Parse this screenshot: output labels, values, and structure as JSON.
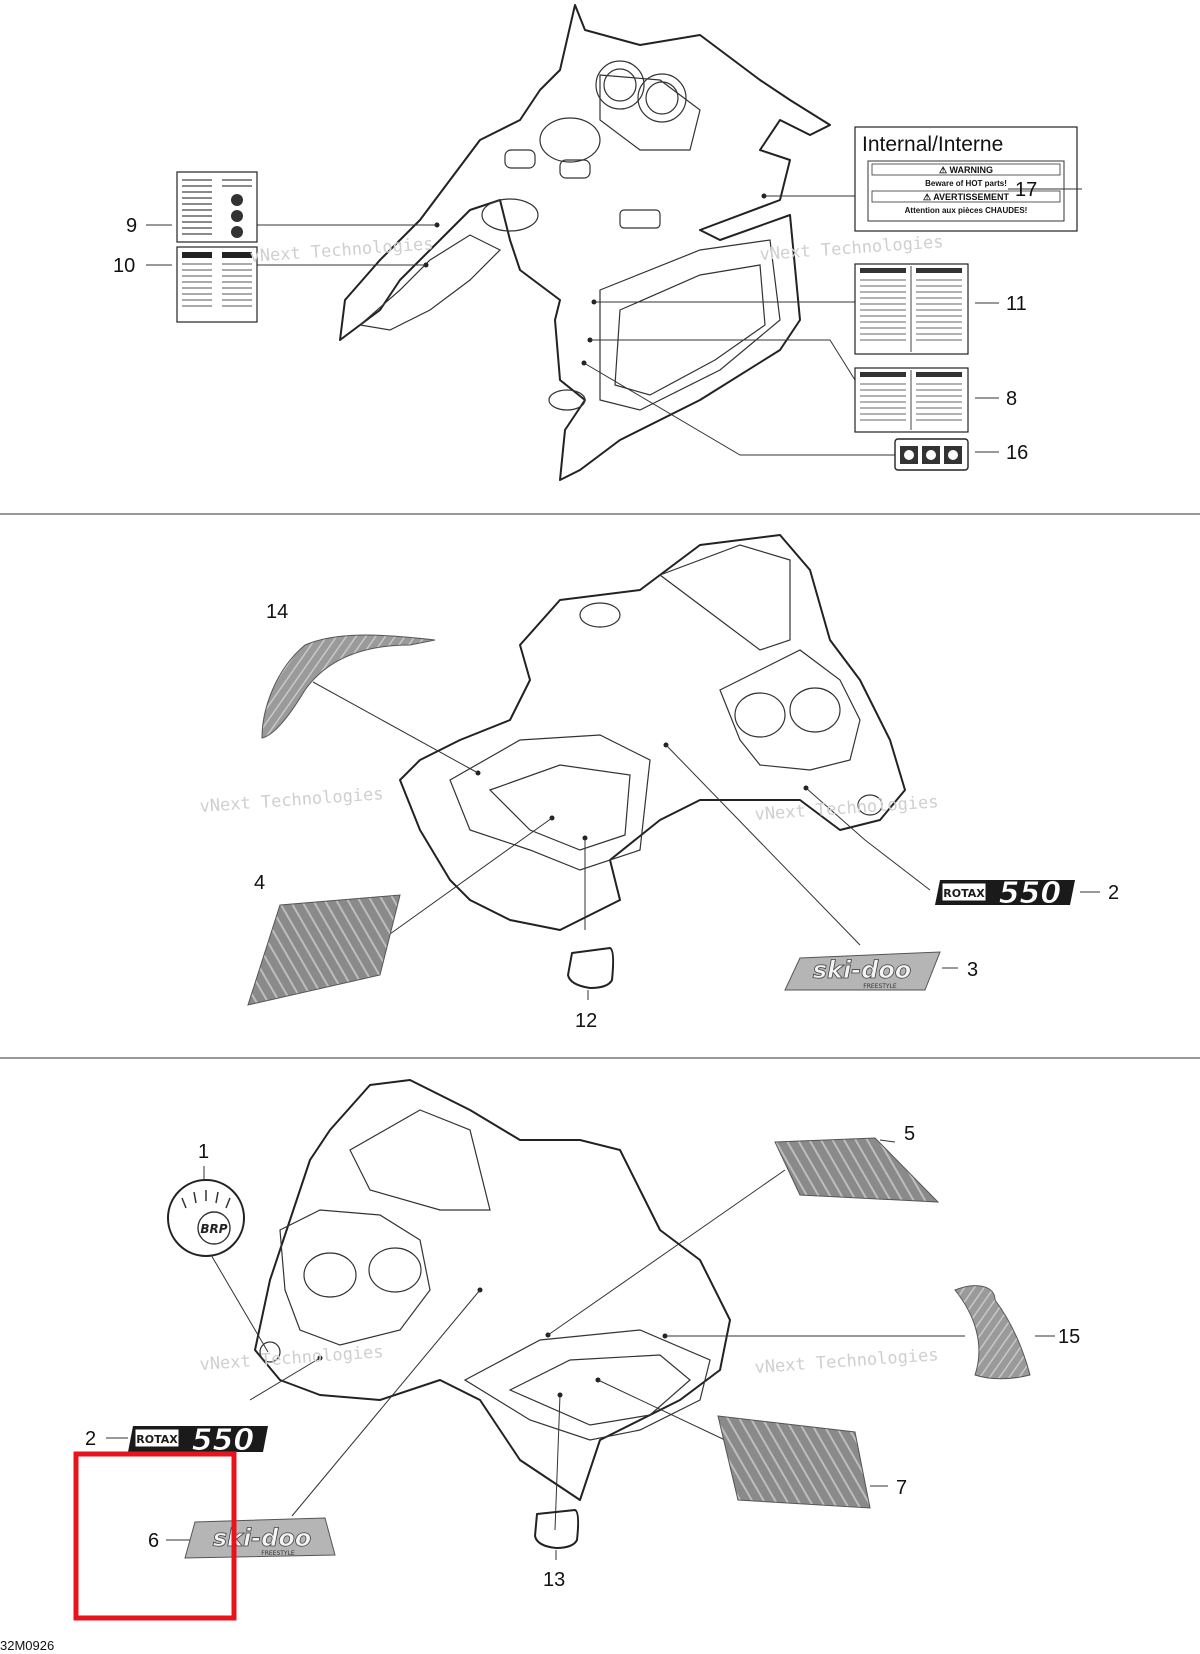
{
  "diagram": {
    "drawing_code": "32M0926",
    "watermark_line1": "vNext Technologies",
    "watermark_line2": "vNext",
    "watermark_line3": "Technologies",
    "label_17": {
      "header": "Internal/Interne",
      "warning_title": "⚠ WARNING",
      "warning_text": "Beware of HOT parts!",
      "avert_title": "⚠ AVERTISSEMENT",
      "avert_text": "Attention aux pièces CHAUDES!"
    },
    "rotax_text": "ROTAX",
    "rotax_number": "550",
    "skidoo_text": "ski-doo",
    "skidoo_sub": "FREESTYLE",
    "brp_text": "BRP",
    "callouts": {
      "c1": "1",
      "c2a": "2",
      "c2b": "2",
      "c3": "3",
      "c4": "4",
      "c5": "5",
      "c6": "6",
      "c7": "7",
      "c8": "8",
      "c9": "9",
      "c10": "10",
      "c11": "11",
      "c12": "12",
      "c13": "13",
      "c14": "14",
      "c15": "15",
      "c16": "16",
      "c17": "17"
    },
    "highlight_color": "#e8141b"
  }
}
